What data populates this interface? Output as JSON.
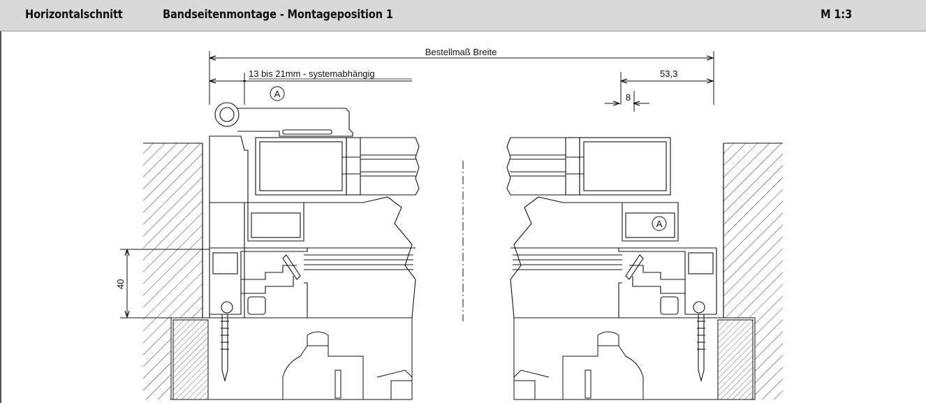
{
  "header": {
    "title": "Horizontalschnitt",
    "subtitle": "Bandseitenmontage - Montageposition 1",
    "scale": "M 1:3"
  },
  "dimensions": {
    "order_width": "Bestellmaß Breite",
    "offset_range": "13 bis 21mm - systemabhängig",
    "right_distance": "53,3",
    "small_distance": "8",
    "height": "40"
  },
  "markers": {
    "left": "A",
    "right": "A"
  },
  "colors": {
    "header_bg": "#d9d9d9",
    "line": "#1a1a1a",
    "hatch": "#333333"
  }
}
